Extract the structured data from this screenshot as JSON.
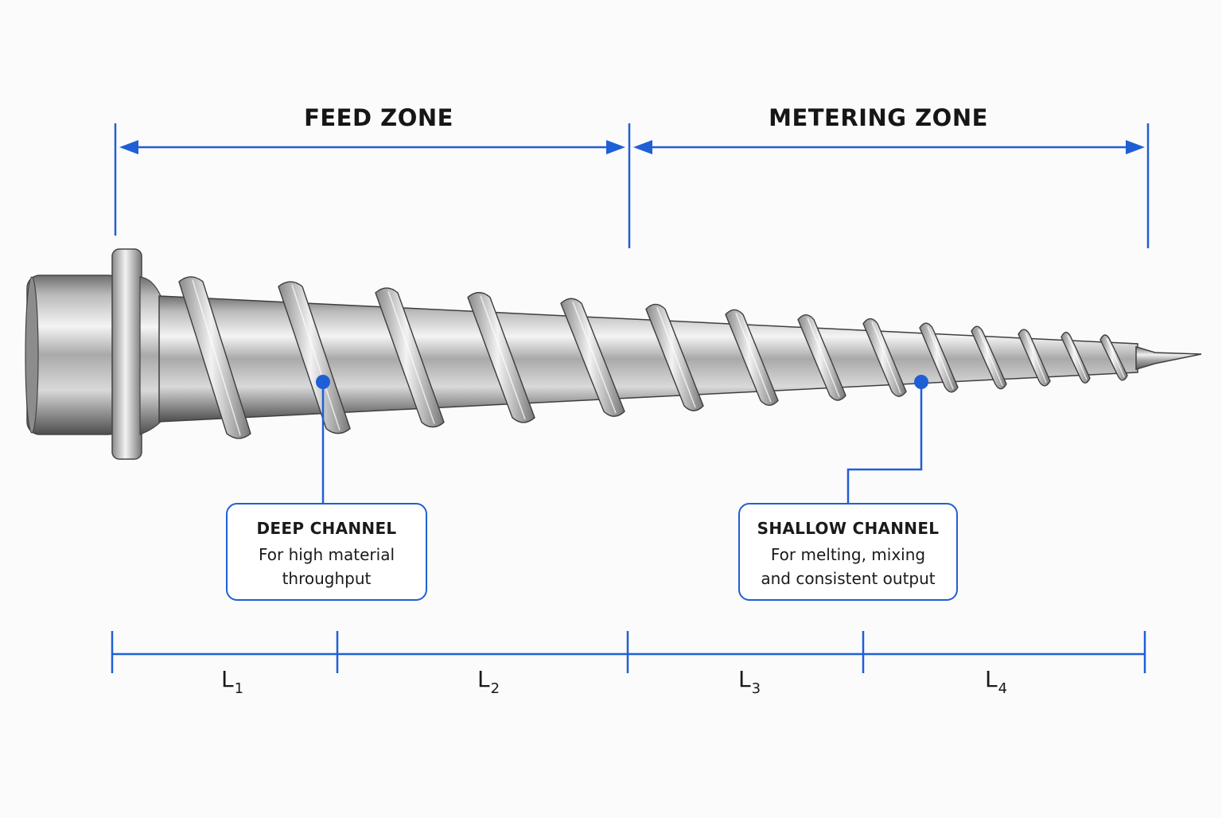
{
  "zones": {
    "feed": "FEED ZONE",
    "metering": "METERING ZONE"
  },
  "callouts": {
    "deep": {
      "title": "DEEP CHANNEL",
      "line1": "For high material",
      "line2": "throughput"
    },
    "shallow": {
      "title": "SHALLOW CHANNEL",
      "line1": "For melting, mixing",
      "line2": "and consistent output"
    }
  },
  "segments": [
    {
      "letter": "L",
      "sub": "1"
    },
    {
      "letter": "L",
      "sub": "2"
    },
    {
      "letter": "L",
      "sub": "3"
    },
    {
      "letter": "L",
      "sub": "4"
    }
  ],
  "colors": {
    "accent": "#1f5fd6",
    "steel_dark": "#5c5c5c",
    "steel_light": "#f2f2f2"
  }
}
